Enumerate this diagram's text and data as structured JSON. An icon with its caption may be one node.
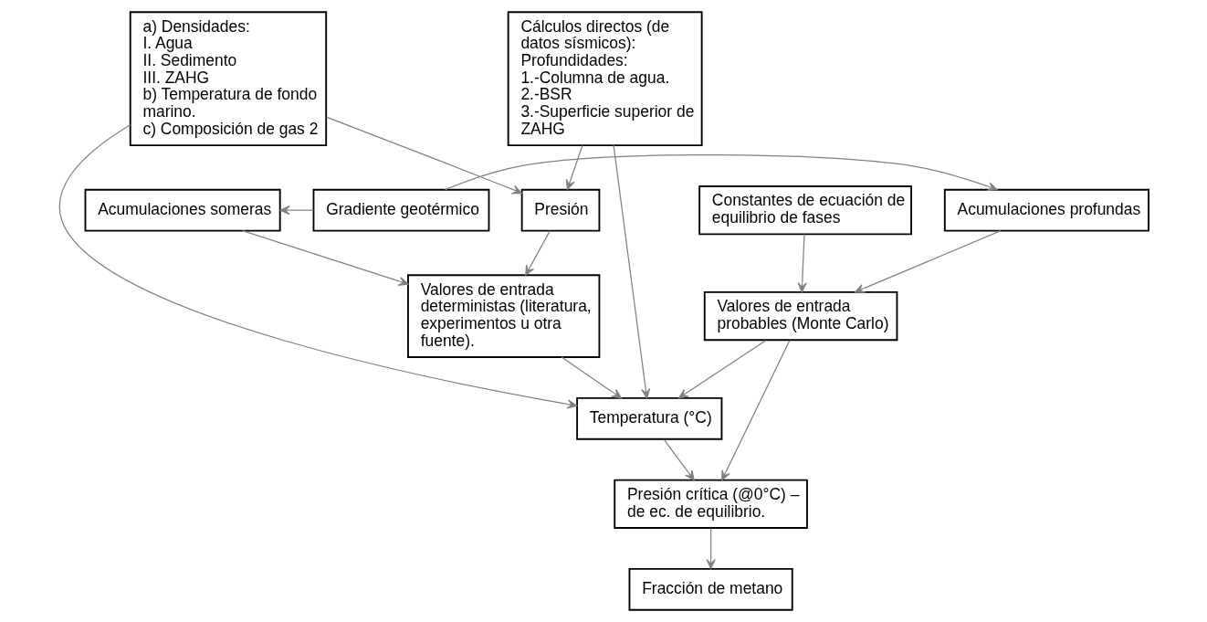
{
  "diagram": {
    "nodes": [
      {
        "text": [
          "a) Densidades:",
          "I. Agua",
          "II. Sedimento",
          "III. ZAHG",
          "b) Temperatura de fondo marino.",
          "c) Composición de gas 2"
        ]
      },
      {
        "text": [
          "Acumulaciones someras"
        ]
      },
      {
        "text": [
          "Gradiente geotérmico"
        ]
      },
      {
        "text": [
          "Acumulaciones profundas"
        ]
      },
      {
        "text": [
          "Constantes de ecuación de equilibrio de fases"
        ]
      },
      {
        "text": [
          "Cálculos directos (de datos sísmicos):",
          "Profundidades:",
          "1.-Columna de agua.",
          "2.-BSR",
          "3.-Superficie superior de ZAHG"
        ]
      },
      {
        "text": [
          "Presión"
        ]
      },
      {
        "text": [
          "Valores de entrada deterministas (literatura, experimentos u otra fuente)."
        ]
      },
      {
        "text": [
          "Valores de entrada probables (Monte Carlo)"
        ]
      },
      {
        "text": [
          "Temperatura (°C)"
        ]
      },
      {
        "text": [
          "Fracción de metano"
        ]
      },
      {
        "text": [
          "Presión crítica (@0°C) – de ec. de equilibrio."
        ]
      }
    ],
    "edges": [
      {
        "from": 2,
        "to": 1,
        "arrow": "to"
      },
      {
        "from": 2,
        "to": 3,
        "arrow": "to"
      },
      {
        "from": 1,
        "to": 7,
        "arrow": "to"
      },
      {
        "from": 3,
        "to": 8,
        "arrow": "to"
      },
      {
        "from": 4,
        "to": 8,
        "arrow": "to"
      },
      {
        "from": 0,
        "to": 6,
        "arrow": "to"
      },
      {
        "from": 5,
        "to": 6,
        "arrow": "to"
      },
      {
        "from": 0,
        "to": 9,
        "arrow": "to"
      },
      {
        "from": 5,
        "to": 9,
        "arrow": "to"
      },
      {
        "from": 6,
        "to": 7,
        "arrow": "to"
      },
      {
        "from": 7,
        "to": 9,
        "arrow": "to"
      },
      {
        "from": 8,
        "to": 9,
        "arrow": "to"
      },
      {
        "from": 9,
        "to": 11,
        "arrow": "to"
      },
      {
        "from": 8,
        "to": 11,
        "arrow": "to"
      },
      {
        "from": 11,
        "to": 10,
        "arrow": "to"
      }
    ]
  }
}
